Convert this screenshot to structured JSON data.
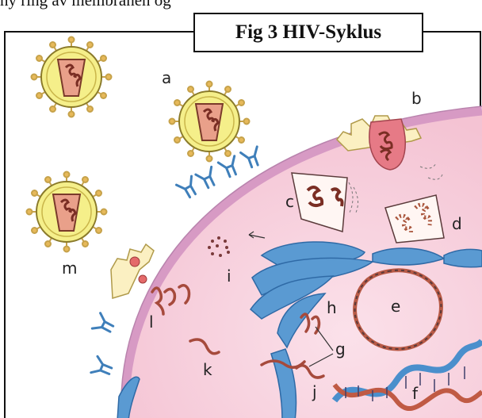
{
  "top_caption": "ny ring av membranen og",
  "title": "Fig 3 HIV-Syklus",
  "labels": {
    "a": "a",
    "b": "b",
    "c": "c",
    "d": "d",
    "e": "e",
    "f": "f",
    "g": "g",
    "h": "h",
    "i": "i",
    "j": "j",
    "k": "k",
    "l": "l",
    "m": "m"
  },
  "colors": {
    "cytoplasm": "#f6c9d6",
    "membrane": "#d79ac4",
    "virion_shell": "#f5ef8a",
    "capsid": "#e9a08a",
    "receptor": "#4a8fcc",
    "nucleus": "#5a9ad2",
    "rna": "#a64a3c"
  }
}
